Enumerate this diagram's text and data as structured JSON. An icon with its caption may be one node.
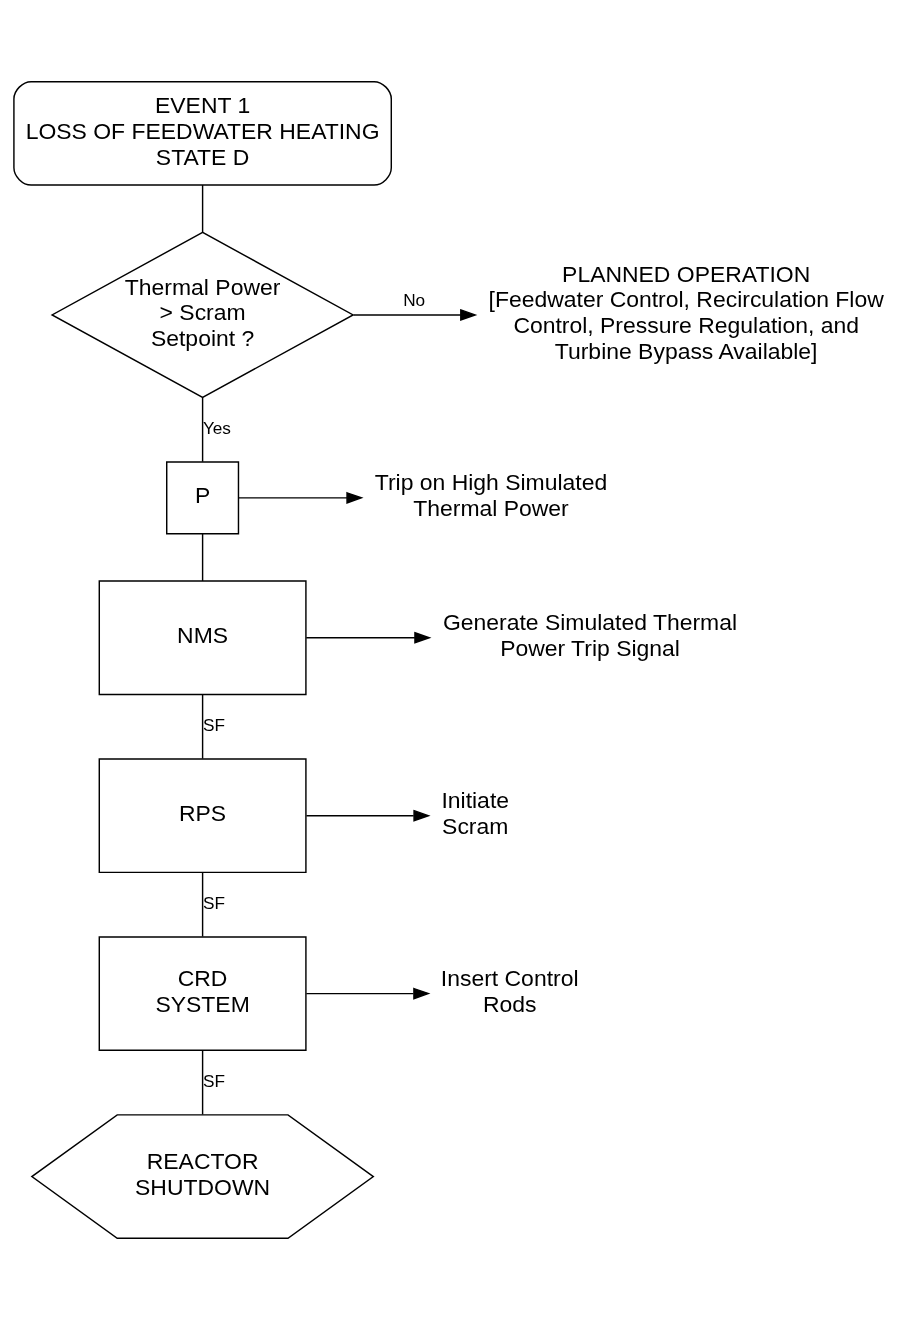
{
  "diagram": {
    "nodes": [
      {
        "text": [
          "EVENT 1",
          "LOSS OF FEEDWATER HEATING",
          "STATE D"
        ]
      },
      {
        "text": [
          "Thermal Power > Scram Setpoint ?"
        ]
      },
      {
        "text": [
          "PLANNED OPERATION",
          "[Feedwater Control, Recirculation Flow Control, Pressure Regulation, and Turbine Bypass Available]"
        ]
      },
      {
        "text": [
          "P"
        ]
      },
      {
        "text": [
          "Trip on High Simulated Thermal Power"
        ]
      },
      {
        "text": [
          "NMS"
        ]
      },
      {
        "text": [
          "Generate Simulated Thermal Power Trip Signal"
        ]
      },
      {
        "text": [
          "RPS"
        ]
      },
      {
        "text": [
          "Initiate Scram"
        ]
      },
      {
        "text": [
          "CRD SYSTEM"
        ]
      },
      {
        "text": [
          "Insert Control Rods"
        ]
      },
      {
        "text": [
          "REACTOR SHUTDOWN"
        ]
      }
    ],
    "edges": [
      {
        "from": 0,
        "to": 1,
        "arrow": "none"
      },
      {
        "from": 1,
        "to": 2,
        "arrow": "to",
        "label": "No"
      },
      {
        "from": 1,
        "to": 3,
        "arrow": "none",
        "label": "Yes"
      },
      {
        "from": 3,
        "to": 4,
        "arrow": "to"
      },
      {
        "from": 3,
        "to": 5,
        "arrow": "none"
      },
      {
        "from": 5,
        "to": 6,
        "arrow": "to"
      },
      {
        "from": 5,
        "to": 7,
        "arrow": "none",
        "label": "SF"
      },
      {
        "from": 7,
        "to": 8,
        "arrow": "to"
      },
      {
        "from": 7,
        "to": 9,
        "arrow": "none",
        "label": "SF"
      },
      {
        "from": 9,
        "to": 10,
        "arrow": "to"
      },
      {
        "from": 9,
        "to": 11,
        "arrow": "none",
        "label": "SF"
      }
    ]
  }
}
